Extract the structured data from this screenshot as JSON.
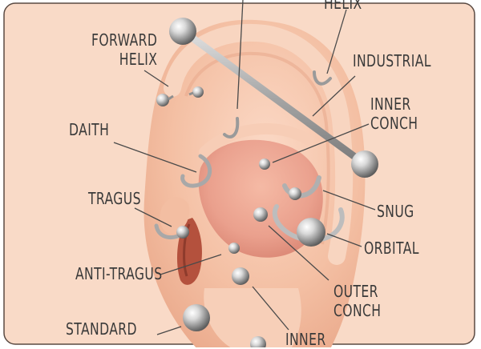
{
  "labels": {
    "helix": "Helix",
    "forward_helix_line1": "Forward",
    "forward_helix_line2": "Helix",
    "industrial": "Industrial",
    "inner_conch_line1": "Inner",
    "inner_conch_line2": "Conch",
    "daith": "Daith",
    "tragus": "Tragus",
    "snug": "Snug",
    "orbital": "Orbital",
    "anti_tragus": "Anti-Tragus",
    "outer_conch_line1": "Outer",
    "outer_conch_line2": "Conch",
    "standard": "Standard",
    "inner_lobe": "Inner"
  },
  "colors": {
    "background": "#f9dac7",
    "border": "#5a4a42",
    "skin": "#f6c7ad",
    "text": "#3a3a3a",
    "metal": "#b9b9b9"
  }
}
